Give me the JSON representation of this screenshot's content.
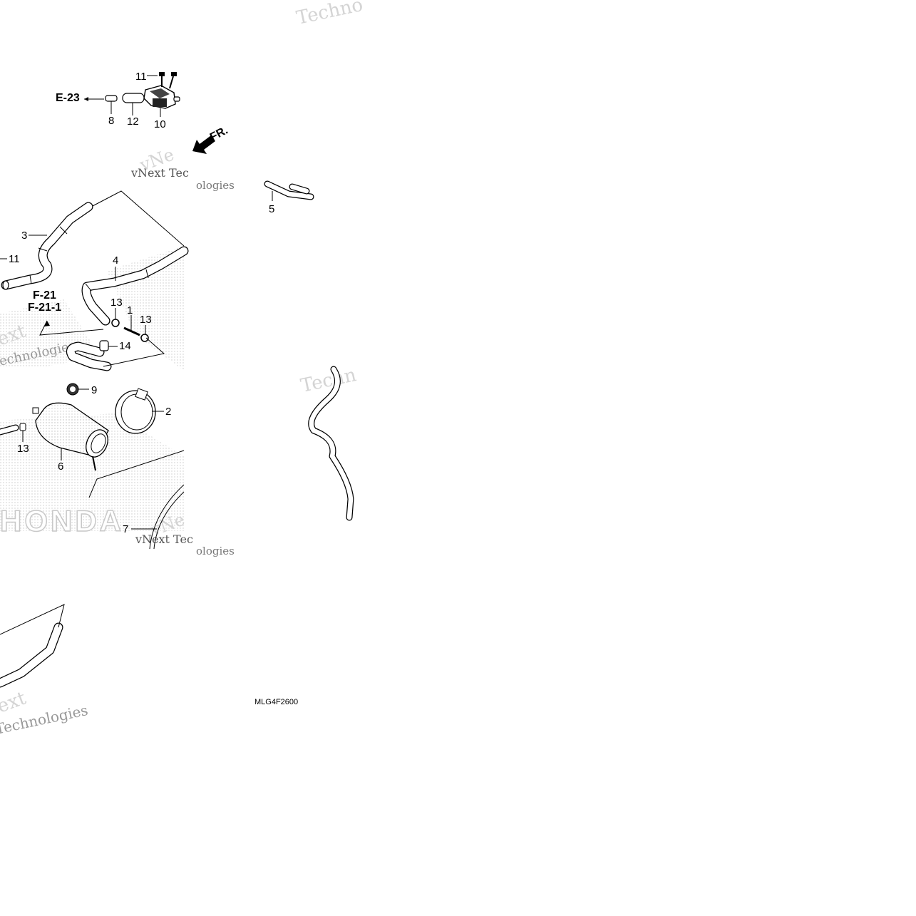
{
  "diagram": {
    "callouts": {
      "c11_top": "11",
      "c8": "8",
      "c12": "12",
      "c10": "10",
      "c3": "3",
      "c11_left": "11",
      "c4": "4",
      "c5": "5",
      "c13_a": "13",
      "c1": "1",
      "c13_b": "13",
      "c14": "14",
      "c9": "9",
      "c2": "2",
      "c13_c": "13",
      "c6": "6",
      "c7": "7"
    },
    "references": {
      "e23": "E-23",
      "f21": "F-21",
      "f211": "F-21-1",
      "front": "FR."
    },
    "diagram_code": "MLG4F2600",
    "watermark_text": {
      "w1": "Techno",
      "w2": "vNext Tec",
      "w3": "ologies",
      "w4": "vNe",
      "w5": "Technologies",
      "w6": "ext",
      "w7": "Techn",
      "w8": "vNext Tec",
      "w9": "ologies",
      "w10": "vNe",
      "w11": "ext",
      "w12": "Technologies"
    },
    "brand_logo_text": "HONDA",
    "colors": {
      "ink": "#000000",
      "watermark": "#d4d4d4",
      "shading": "#c8c8c8",
      "background": "#ffffff"
    }
  }
}
